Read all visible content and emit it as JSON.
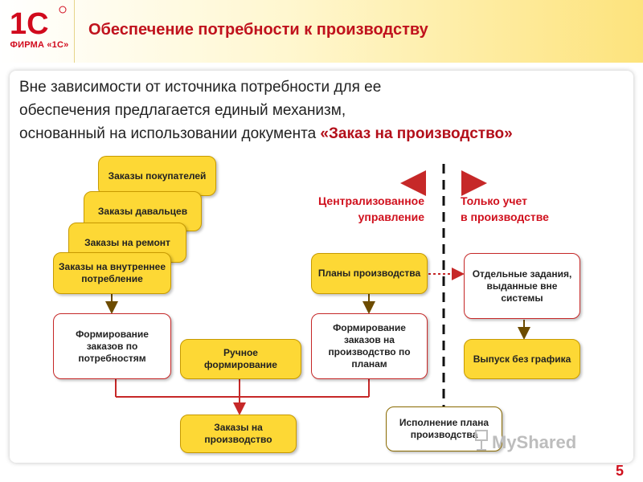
{
  "header": {
    "logo_caption": "ФИРМА «1С»",
    "title": "Обеспечение потребности к производству"
  },
  "intro": {
    "line1": "Вне зависимости от источника потребности для ее",
    "line2": "обеспечения предлагается единый механизм,",
    "line3_prefix": "основанный на использовании документа ",
    "line3_doc": "«Заказ на производство»"
  },
  "diagram": {
    "orders_customers": "Заказы покупателей",
    "orders_tollers": "Заказы давальцев",
    "orders_repair": "Заказы на ремонт",
    "orders_internal": "Заказы на внутреннее потребление",
    "forming_by_needs": "Формирование заказов по потребностям",
    "manual_forming": "Ручное формирование",
    "production_orders": "Заказы на производство",
    "production_plans": "Планы производства",
    "forming_by_plans": "Формирование заказов на производство по планам",
    "plan_execution": "Исполнение плана производства",
    "separate_tasks": "Отдельные задания, выданные вне системы",
    "release_no_schedule": "Выпуск без графика",
    "centralized_line1": "Централизованное",
    "centralized_line2": "управление",
    "accounting_line1": "Только учет",
    "accounting_line2": "в производстве"
  },
  "footer": {
    "page_number": "5",
    "watermark": "MyShared"
  },
  "colors": {
    "accent_red": "#d0101d",
    "box_yellow": "#fdd835",
    "header_yellow": "#fde37c"
  }
}
